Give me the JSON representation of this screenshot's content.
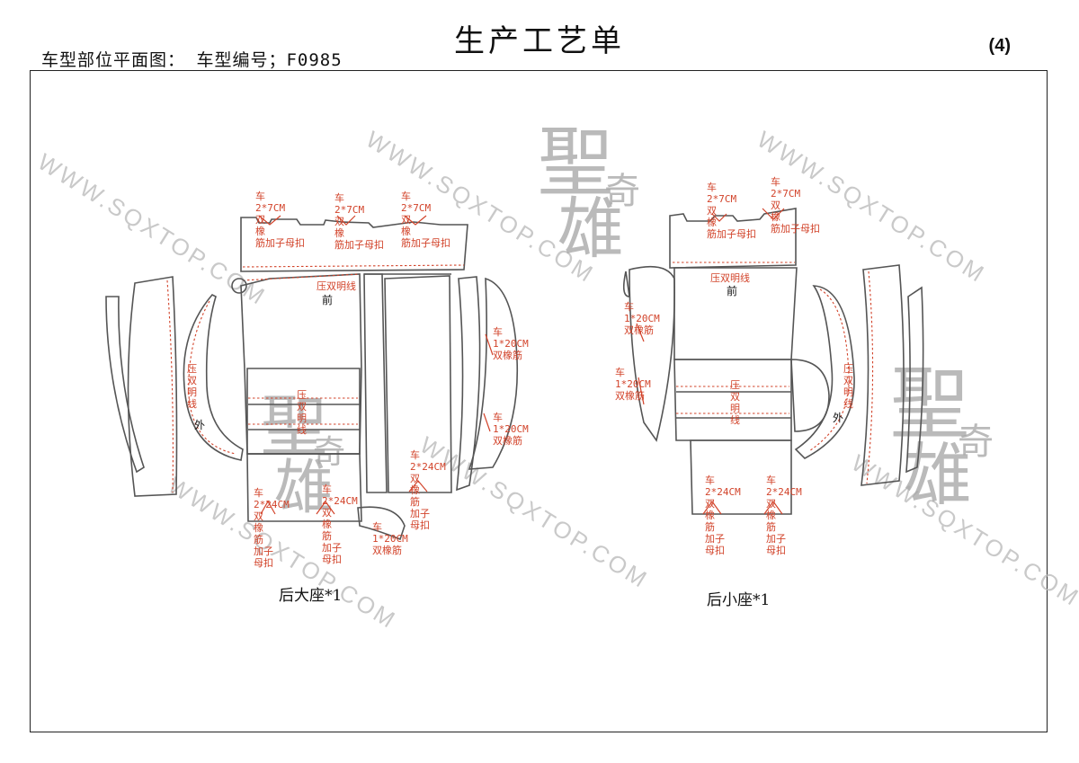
{
  "header": {
    "title": "生产工艺单",
    "left_text": "车型部位平面图：  车型编号；F0985",
    "page_number": "(4)"
  },
  "watermarks": {
    "url": "WWW.SQXTOP.COM",
    "seal_line1": "聖",
    "seal_line2": "雄",
    "seal_small": "奇"
  },
  "left_diagram": {
    "caption": "后大座*1",
    "notes": {
      "top1": [
        "车",
        "2*7CM",
        "双",
        "橡",
        "筋加子母扣"
      ],
      "top2": [
        "车",
        "2*7CM",
        "双",
        "橡",
        "筋加子母扣"
      ],
      "top3": [
        "车",
        "2*7CM",
        "双",
        "橡",
        "筋加子母扣"
      ],
      "press_top": "压双明线",
      "front": "前",
      "press_left": [
        "压",
        "双",
        "明",
        "线"
      ],
      "outside": "外",
      "press_mid": [
        "压",
        "双",
        "明",
        "线"
      ],
      "right1": [
        "车",
        "1*20CM",
        "双橡筋"
      ],
      "right2": [
        "车",
        "1*20CM",
        "双橡筋"
      ],
      "b1": [
        "车",
        "2*24CM",
        "双",
        "橡",
        "筋",
        "加子",
        "母扣"
      ],
      "b2": [
        "车",
        "2*24CM",
        "双",
        "橡",
        "筋",
        "加子",
        "母扣"
      ],
      "b3": [
        "车",
        "2*24CM",
        "双",
        "橡",
        "筋",
        "加子",
        "母扣"
      ],
      "b4": [
        "车",
        "1*20CM",
        "双橡筋"
      ]
    }
  },
  "right_diagram": {
    "caption": "后小座*1",
    "notes": {
      "top1": [
        "车",
        "2*7CM",
        "双",
        "橡",
        "筋加子母扣"
      ],
      "top2": [
        "车",
        "2*7CM",
        "双",
        "橡",
        "筋加子母扣"
      ],
      "press_top": "压双明线",
      "front": "前",
      "left1": [
        "车",
        "1*20CM",
        "双橡筋"
      ],
      "left2": [
        "车",
        "1*20CM",
        "双橡筋"
      ],
      "press_mid": [
        "压",
        "双",
        "明",
        "线"
      ],
      "press_right": [
        "压",
        "双",
        "明",
        "线"
      ],
      "outside": "外",
      "b1": [
        "车",
        "2*24CM",
        "双",
        "橡",
        "筋",
        "加子",
        "母扣"
      ],
      "b2": [
        "车",
        "2*24CM",
        "双",
        "橡",
        "筋",
        "加子",
        "母扣"
      ]
    }
  }
}
